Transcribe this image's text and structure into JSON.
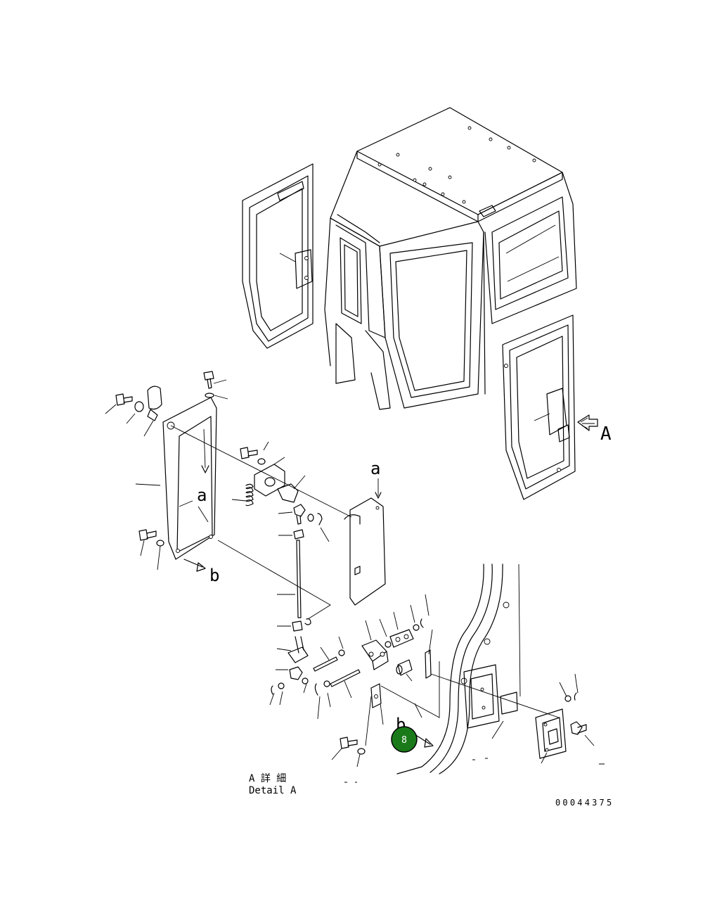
{
  "view_label": "A",
  "callouts": {
    "a1": "a",
    "a2": "a",
    "b1": "b",
    "b2": "b"
  },
  "detail_label": {
    "japanese": "A 詳 細",
    "english": "Detail A"
  },
  "drawing_number": "00044375",
  "marker": {
    "label": "8",
    "color": "#1a7a1a"
  }
}
